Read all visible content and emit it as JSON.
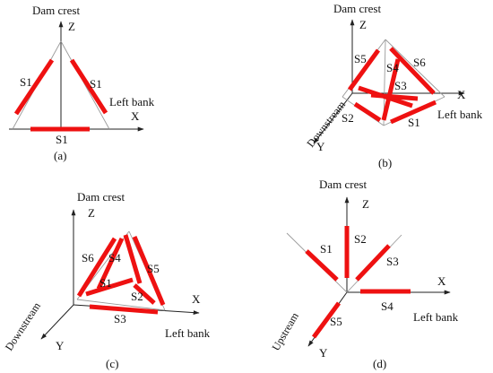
{
  "panels": {
    "a": {
      "caption": "(a)",
      "top_label": "Dam crest",
      "z": "Z",
      "x": "X",
      "side_label": "Left bank",
      "members": [
        "S1",
        "S1",
        "S1"
      ]
    },
    "b": {
      "caption": "(b)",
      "top_label": "Dam crest",
      "z": "Z",
      "x": "X",
      "y": "Y",
      "side_label": "Left bank",
      "diag_label": "Downstream",
      "members": [
        "S5",
        "S4",
        "S6",
        "S3",
        "S2",
        "S1"
      ]
    },
    "c": {
      "caption": "(c)",
      "top_label": "Dam crest",
      "z": "Z",
      "x": "X",
      "y": "Y",
      "side_label": "Left  bank",
      "diag_label": "Downstream",
      "members": [
        "S6",
        "S4",
        "S5",
        "S1",
        "S2",
        "S3"
      ]
    },
    "d": {
      "caption": "(d)",
      "top_label": "Dam crest",
      "z": "Z",
      "x": "X",
      "y": "Y",
      "side_label": "Left  bank",
      "diag_label": "Upstream",
      "members": [
        "S1",
        "S2",
        "S3",
        "S4",
        "S5"
      ]
    }
  },
  "colors": {
    "member": "#ee1111",
    "axis": "#222222",
    "guide": "#9a9a9a"
  }
}
